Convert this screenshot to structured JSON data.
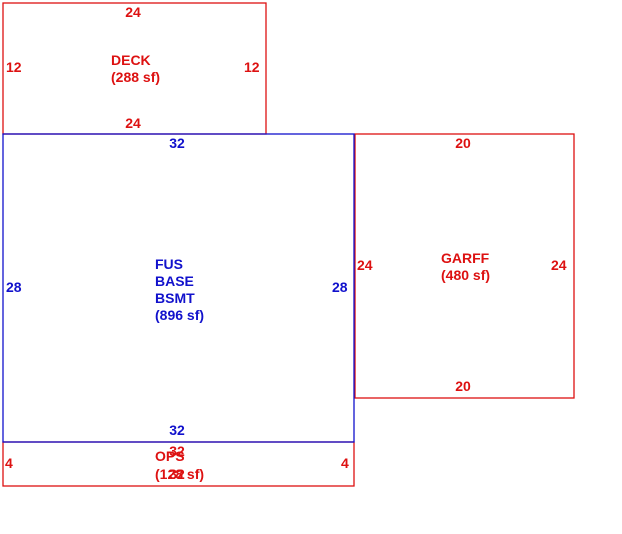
{
  "colors": {
    "red": "#dd1111",
    "blue": "#1111cc"
  },
  "areas": {
    "deck": {
      "lines": [
        "DECK",
        "(288 sf)"
      ],
      "dims": {
        "top": "24",
        "bottom": "24",
        "left": "12",
        "right": "12"
      }
    },
    "main": {
      "lines": [
        "FUS",
        "BASE",
        "BSMT",
        "(896 sf)"
      ],
      "dims": {
        "top": "32",
        "bottom": "32",
        "left": "28",
        "right": "28"
      }
    },
    "garage": {
      "lines": [
        "GARFF",
        "(480 sf)"
      ],
      "dims": {
        "top": "20",
        "bottom": "20",
        "left": "24",
        "right": "24"
      }
    },
    "porch": {
      "lines": [
        "OPS",
        "(128 sf)"
      ],
      "dims": {
        "top": "32",
        "bottom": "32",
        "left": "4",
        "right": "4"
      }
    }
  }
}
